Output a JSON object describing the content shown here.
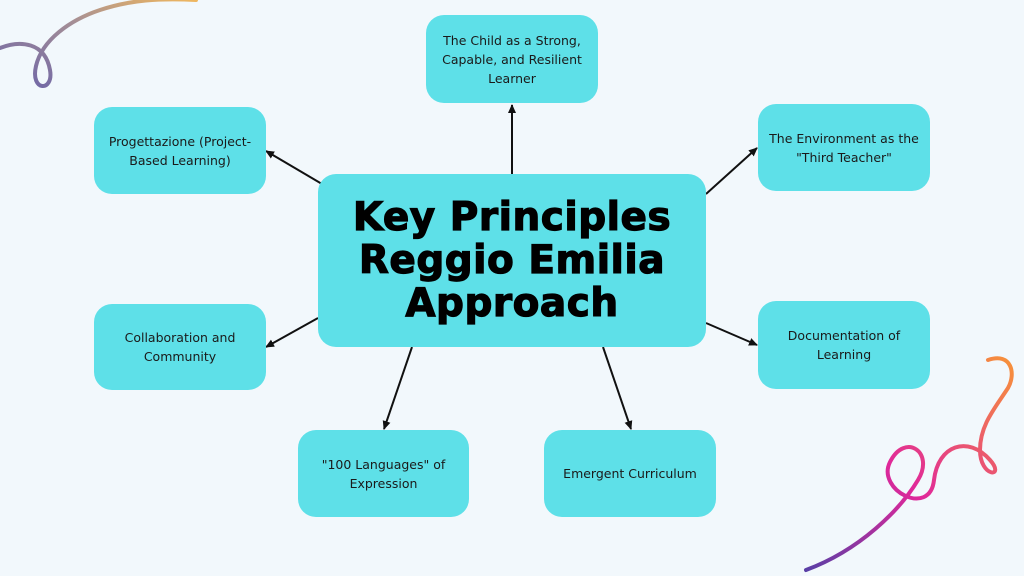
{
  "diagram": {
    "center": {
      "title_lines": [
        "Key Principles",
        "Reggio Emilia",
        "Approach"
      ]
    },
    "nodes": [
      {
        "id": "child",
        "lines": [
          "The Child as a Strong,",
          "Capable, and Resilient",
          "Learner"
        ]
      },
      {
        "id": "project",
        "lines": [
          "Progettazione (Project-",
          "Based Learning)"
        ]
      },
      {
        "id": "environment",
        "lines": [
          "The Environment as the",
          "\"Third Teacher\""
        ]
      },
      {
        "id": "collaboration",
        "lines": [
          "Collaboration and",
          "Community"
        ]
      },
      {
        "id": "documentation",
        "lines": [
          "Documentation of Learning"
        ]
      },
      {
        "id": "languages",
        "lines": [
          "\"100 Languages\" of",
          "Expression"
        ]
      },
      {
        "id": "emergent",
        "lines": [
          "Emergent Curriculum"
        ]
      }
    ],
    "edges": [
      {
        "from": "center",
        "to": "child"
      },
      {
        "from": "center",
        "to": "project"
      },
      {
        "from": "center",
        "to": "environment"
      },
      {
        "from": "center",
        "to": "collaboration"
      },
      {
        "from": "center",
        "to": "documentation"
      },
      {
        "from": "center",
        "to": "languages"
      },
      {
        "from": "center",
        "to": "emergent"
      }
    ],
    "colors": {
      "node_fill": "#5ee0e8",
      "background": "#f2f8fc",
      "arrow": "#111111"
    }
  }
}
